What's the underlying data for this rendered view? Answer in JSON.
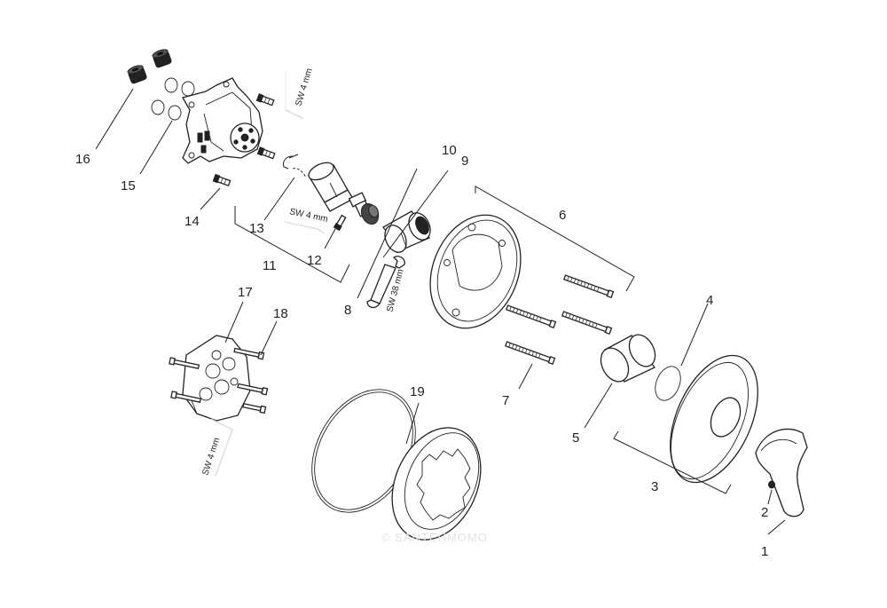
{
  "callouts": {
    "c1": "1",
    "c2": "2",
    "c3": "3",
    "c4": "4",
    "c5": "5",
    "c6": "6",
    "c7": "7",
    "c8": "8",
    "c9": "9",
    "c10": "10",
    "c11": "11",
    "c12": "12",
    "c13": "13",
    "c14": "14",
    "c15": "15",
    "c16": "16",
    "c17": "17",
    "c18": "18",
    "c19": "19"
  },
  "tools": {
    "wrench_top": "SW 4 mm",
    "wrench_mid": "SW 4 mm",
    "wrench_38": "SW 38 mm",
    "wrench_bottom": "SW 4 mm"
  },
  "watermark": "© SANTEHMOMO"
}
